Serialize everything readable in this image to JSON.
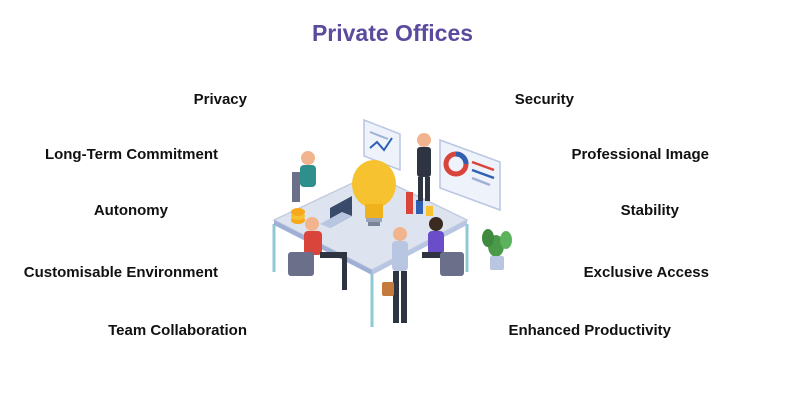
{
  "title": "Private Offices",
  "left_benefits": [
    "Privacy",
    "Long-Term Commitment",
    "Autonomy",
    "Customisable Environment",
    "Team Collaboration"
  ],
  "right_benefits": [
    "Security",
    "Professional Image",
    "Stability",
    "Exclusive Access",
    "Enhanced Productivity"
  ],
  "colors": {
    "title": "#5b4a9e",
    "text": "#111111",
    "bulb": "#f7c22f",
    "table": "#dde3ef",
    "accent_blue": "#2f5fb3",
    "accent_red": "#d9453b"
  }
}
